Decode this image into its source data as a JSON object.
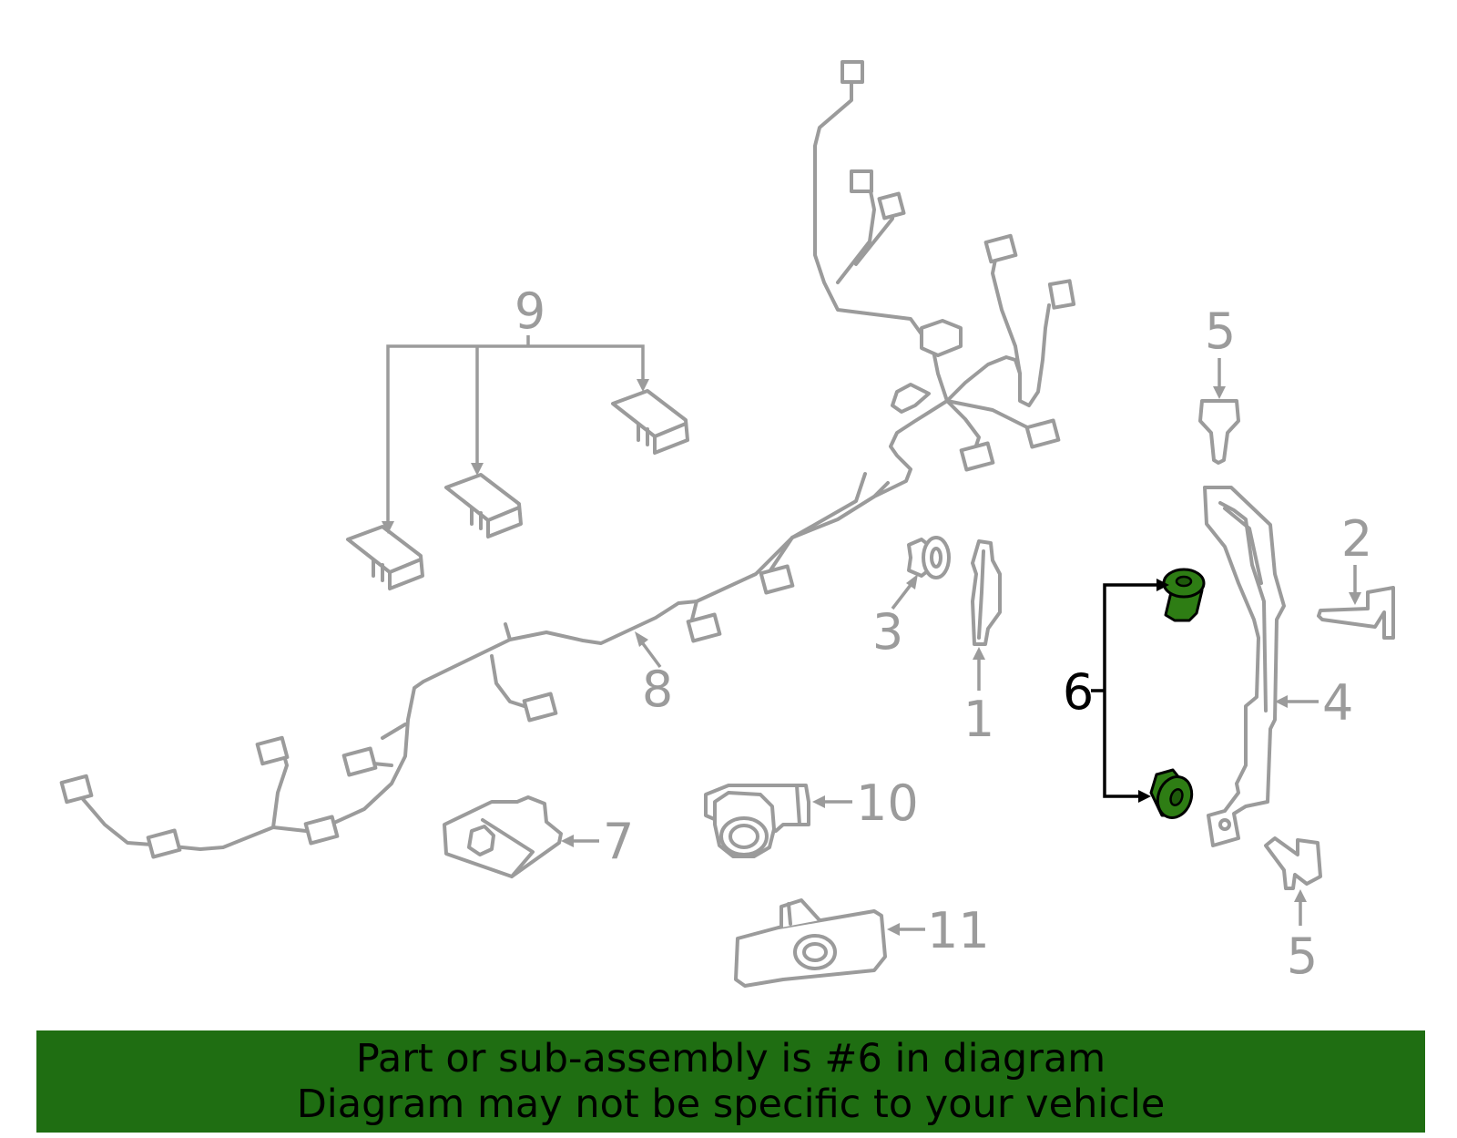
{
  "callouts": {
    "c1": "1",
    "c2": "2",
    "c3": "3",
    "c4": "4",
    "c5_top": "5",
    "c5_bottom": "5",
    "c6": "6",
    "c7": "7",
    "c8": "8",
    "c9": "9",
    "c10": "10",
    "c11": "11"
  },
  "highlighted_part": "6",
  "colors": {
    "highlight_part": "#2e7d14",
    "banner_background": "#1f6e12",
    "line_art": "#9b9b9b",
    "active_callout": "#000000"
  },
  "banner": {
    "line1": "Part or sub-assembly is #6 in diagram",
    "line2": "Diagram may not be specific to your vehicle"
  }
}
